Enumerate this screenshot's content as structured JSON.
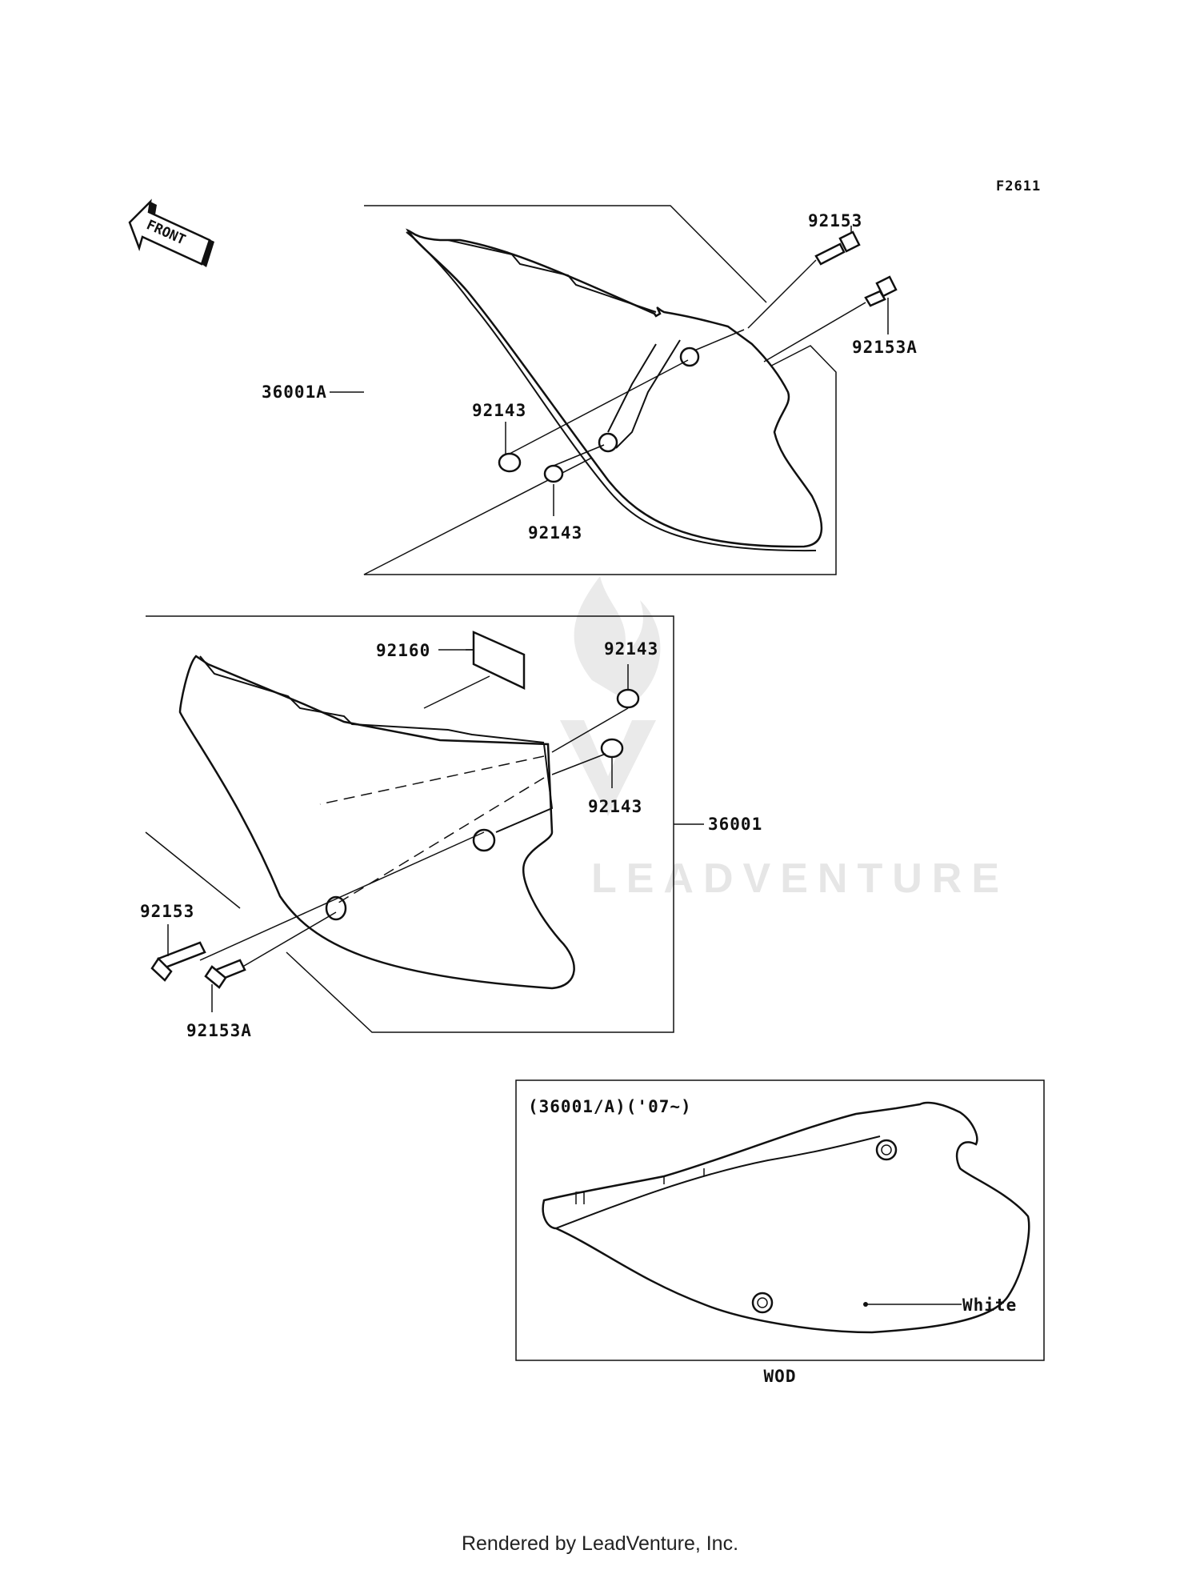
{
  "diagram_code": "F2611",
  "front_label": "FRONT",
  "top_group": {
    "assembly_label": "36001A",
    "bolt_labels": [
      "92153",
      "92153A"
    ],
    "washer_labels": [
      "92143",
      "92143"
    ]
  },
  "middle_group": {
    "assembly_label": "36001",
    "pad_label": "92160",
    "washer_labels": [
      "92143",
      "92143"
    ],
    "bolt_labels": [
      "92153",
      "92153A"
    ]
  },
  "variant_box": {
    "title": "(36001/A)('07~)",
    "color_note": "White",
    "caption": "WOD"
  },
  "watermark": "LEADVENTURE",
  "footer": "Rendered by LeadVenture, Inc."
}
